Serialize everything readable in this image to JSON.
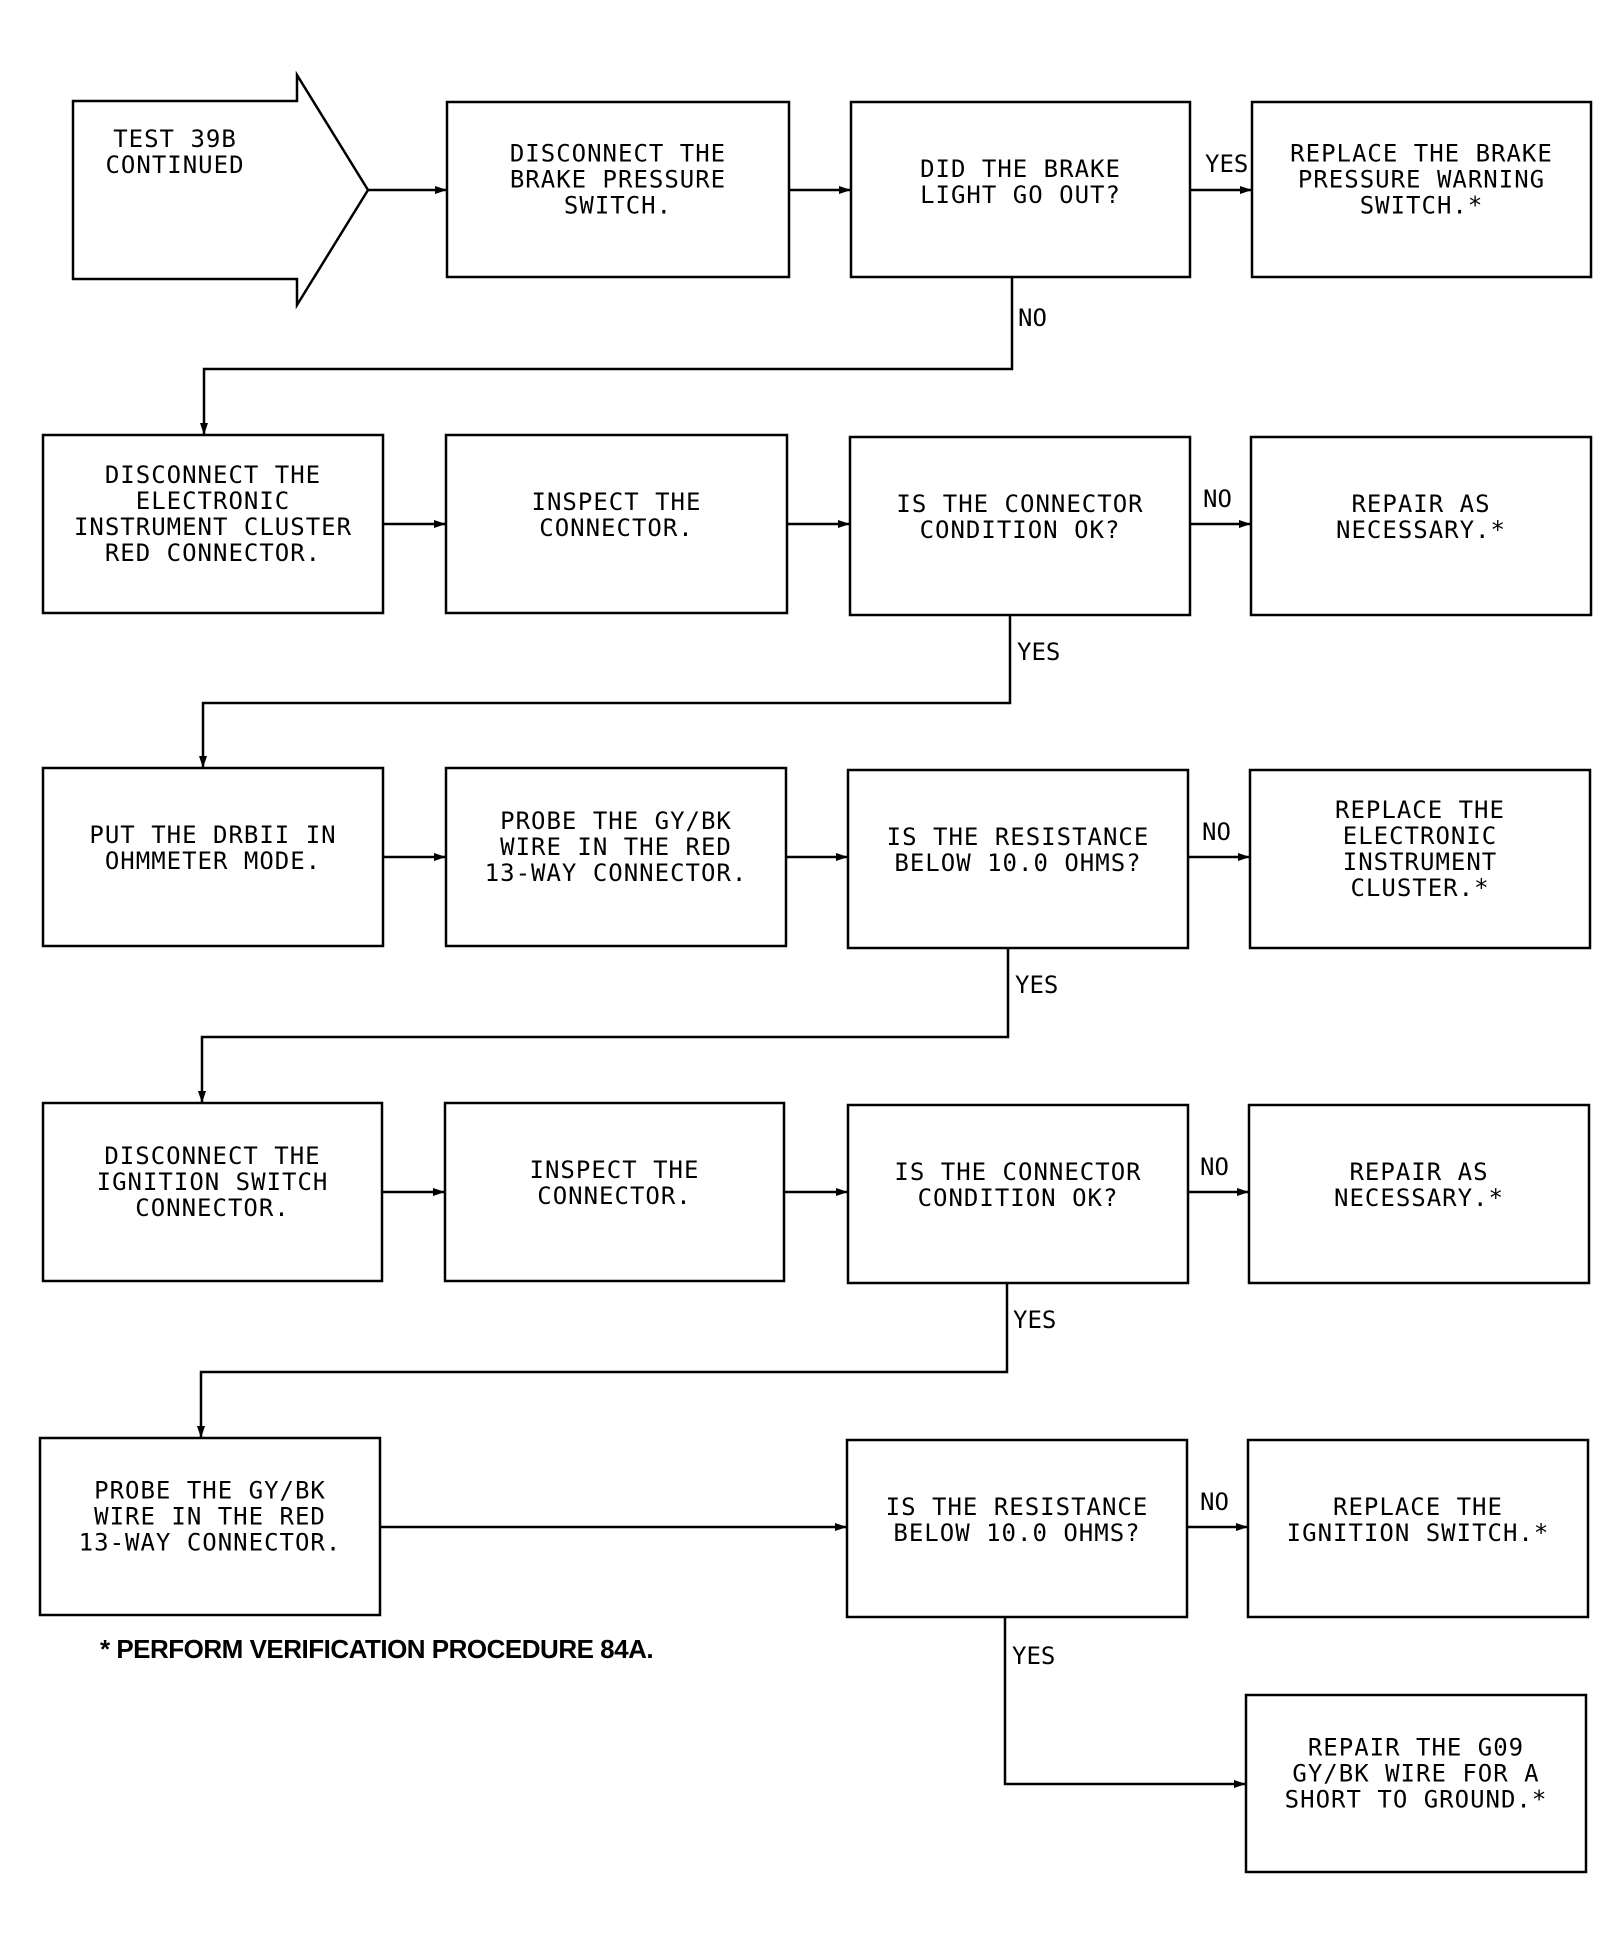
{
  "start_arrow": {
    "lines": [
      "TEST 39B",
      "CONTINUED"
    ]
  },
  "boxes": [
    {
      "id": "disconnect-brake-switch",
      "lines": [
        "DISCONNECT THE",
        "BRAKE PRESSURE",
        "SWITCH."
      ]
    },
    {
      "id": "did-brake-light-go-out",
      "lines": [
        "DID THE BRAKE",
        "LIGHT GO OUT?"
      ]
    },
    {
      "id": "replace-brake-warning-switch",
      "lines": [
        "REPLACE THE BRAKE",
        "PRESSURE WARNING",
        "SWITCH.*"
      ]
    },
    {
      "id": "disconnect-cluster-red-connector",
      "lines": [
        "DISCONNECT THE",
        "ELECTRONIC",
        "INSTRUMENT CLUSTER",
        "RED CONNECTOR."
      ]
    },
    {
      "id": "inspect-connector-1",
      "lines": [
        "INSPECT THE",
        "CONNECTOR."
      ]
    },
    {
      "id": "connector-condition-ok-1",
      "lines": [
        "IS THE CONNECTOR",
        "CONDITION OK?"
      ]
    },
    {
      "id": "repair-as-necessary-1",
      "lines": [
        "REPAIR AS",
        "NECESSARY.*"
      ]
    },
    {
      "id": "put-drbii-ohmmeter",
      "lines": [
        "PUT THE DRBII IN",
        "OHMMETER MODE."
      ]
    },
    {
      "id": "probe-gybk-1",
      "lines": [
        "PROBE THE GY/BK",
        "WIRE IN THE RED",
        "13-WAY CONNECTOR."
      ]
    },
    {
      "id": "resistance-below-10-1",
      "lines": [
        "IS THE RESISTANCE",
        "BELOW 10.0 OHMS?"
      ]
    },
    {
      "id": "replace-instrument-cluster",
      "lines": [
        "REPLACE THE",
        "ELECTRONIC",
        "INSTRUMENT",
        "CLUSTER.*"
      ]
    },
    {
      "id": "disconnect-ignition-switch",
      "lines": [
        "DISCONNECT THE",
        "IGNITION SWITCH",
        "CONNECTOR."
      ]
    },
    {
      "id": "inspect-connector-2",
      "lines": [
        "INSPECT THE",
        "CONNECTOR."
      ]
    },
    {
      "id": "connector-condition-ok-2",
      "lines": [
        "IS THE CONNECTOR",
        "CONDITION OK?"
      ]
    },
    {
      "id": "repair-as-necessary-2",
      "lines": [
        "REPAIR AS",
        "NECESSARY.*"
      ]
    },
    {
      "id": "probe-gybk-2",
      "lines": [
        "PROBE THE GY/BK",
        "WIRE IN THE RED",
        "13-WAY CONNECTOR."
      ]
    },
    {
      "id": "resistance-below-10-2",
      "lines": [
        "IS THE RESISTANCE",
        "BELOW 10.0 OHMS?"
      ]
    },
    {
      "id": "replace-ignition-switch",
      "lines": [
        "REPLACE THE",
        "IGNITION SWITCH.*"
      ]
    },
    {
      "id": "repair-g09-wire",
      "lines": [
        "REPAIR THE G09",
        "GY/BK WIRE FOR A",
        "SHORT TO GROUND.*"
      ]
    }
  ],
  "edge_labels": [
    {
      "id": "yes-1",
      "text": "YES"
    },
    {
      "id": "no-1",
      "text": "NO"
    },
    {
      "id": "no-2",
      "text": "NO"
    },
    {
      "id": "yes-2",
      "text": "YES"
    },
    {
      "id": "no-3",
      "text": "NO"
    },
    {
      "id": "yes-3",
      "text": "YES"
    },
    {
      "id": "no-4",
      "text": "NO"
    },
    {
      "id": "yes-4",
      "text": "YES"
    },
    {
      "id": "no-5",
      "text": "NO"
    },
    {
      "id": "yes-5",
      "text": "YES"
    }
  ],
  "footnote": "* PERFORM VERIFICATION PROCEDURE 84A."
}
